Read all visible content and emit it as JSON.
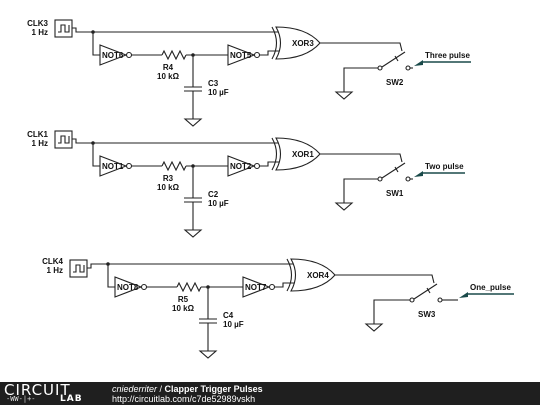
{
  "schematic": {
    "sections": [
      {
        "clock": {
          "name": "CLK3",
          "freq": "1 Hz"
        },
        "not_a": "NOT6",
        "not_b": "NOT5",
        "resistor": {
          "name": "R4",
          "value": "10 kΩ"
        },
        "capacitor": {
          "name": "C3",
          "value": "10 µF"
        },
        "xor": "XOR3",
        "switch": "SW2",
        "output": "Three pulse"
      },
      {
        "clock": {
          "name": "CLK1",
          "freq": "1 Hz"
        },
        "not_a": "NOT1",
        "not_b": "NOT2",
        "resistor": {
          "name": "R3",
          "value": "10 kΩ"
        },
        "capacitor": {
          "name": "C2",
          "value": "10 µF"
        },
        "xor": "XOR1",
        "switch": "SW1",
        "output": "Two pulse"
      },
      {
        "clock": {
          "name": "CLK4",
          "freq": "1 Hz"
        },
        "not_a": "NOT8",
        "not_b": "NOT7",
        "resistor": {
          "name": "R5",
          "value": "10 kΩ"
        },
        "capacitor": {
          "name": "C4",
          "value": "10 µF"
        },
        "xor": "XOR4",
        "switch": "SW3",
        "output": "One_pulse"
      }
    ]
  },
  "footer": {
    "logo_top": "CIRCUIT",
    "logo_bottom": "LAB",
    "logo_chars": "-WW-|+-",
    "author": "cniederriter",
    "separator": " / ",
    "title": "Clapper Trigger Pulses",
    "url": "http://circuitlab.com/c7de52989vskh"
  },
  "colors": {
    "wire": "#222222",
    "tag": "#1a4a4a",
    "footer_bg": "#1f1f1f"
  }
}
